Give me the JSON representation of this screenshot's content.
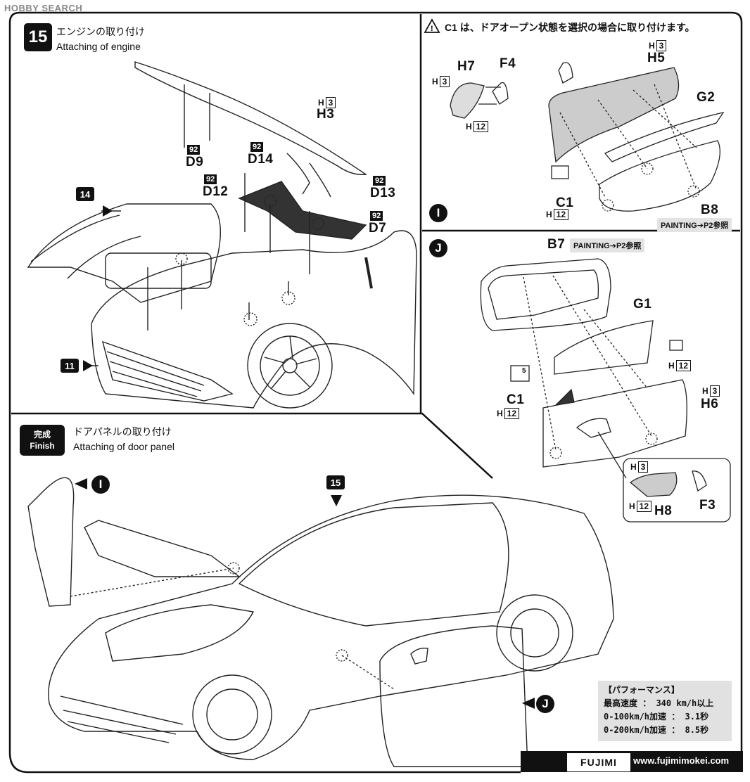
{
  "watermark": "HOBBY SEARCH",
  "step15": {
    "number": "15",
    "title_jp": "エンジンの取り付け",
    "title_en": "Attaching of engine",
    "callout_14": "14",
    "callout_11": "11",
    "parts": {
      "h3_box": "3",
      "h3_prefix": "H",
      "h3_label": "H3",
      "d9_tag": "92",
      "d9_label": "D9",
      "d14_tag": "92",
      "d14_label": "D14",
      "d12_tag": "92",
      "d12_label": "D12",
      "d13_tag": "92",
      "d13_label": "D13",
      "d7_tag": "92",
      "d7_label": "D7"
    }
  },
  "section_I": {
    "badge": "I",
    "note": "C1 は、ドアオープン状態を選択の場合に取り付けます。",
    "note_part": "C1",
    "h7": {
      "prefix": "H",
      "box": "3",
      "label": "H7"
    },
    "f4": "F4",
    "h12_prefix": "H",
    "h12_box": "12",
    "h5": {
      "prefix": "H",
      "box": "3",
      "label": "H5"
    },
    "g2": "G2",
    "c1": {
      "label": "C1",
      "prefix": "H",
      "box": "12"
    },
    "b8": "B8",
    "painting": "PAINTING➔P2参照"
  },
  "section_J": {
    "badge": "J",
    "b7": "B7",
    "painting": "PAINTING➔P2参照",
    "g1": "G1",
    "h12": {
      "prefix": "H",
      "box": "12"
    },
    "h6": {
      "prefix": "H",
      "box": "3",
      "label": "H6"
    },
    "c1": {
      "label": "C1",
      "prefix": "H",
      "box": "12",
      "small": "5"
    },
    "h8": {
      "prefix1": "H",
      "box1": "3",
      "prefix2": "H",
      "box2": "12",
      "label": "H8"
    },
    "f3": "F3"
  },
  "finish": {
    "badge_jp": "完成",
    "badge_en": "Finish",
    "title_jp": "ドアパネルの取り付け",
    "title_en": "Attaching of door panel",
    "callout_I": "I",
    "callout_15": "15",
    "callout_J": "J"
  },
  "performance": {
    "title": "【パフォーマンス】",
    "line1": "最高速度 ： 340 km/h以上",
    "line2": "0-100km/h加速 ： 3.1秒",
    "line3": "0-200km/h加速 ： 8.5秒"
  },
  "footer": {
    "brand": "FUJIMI",
    "url": "www.fujimimokei.com"
  }
}
